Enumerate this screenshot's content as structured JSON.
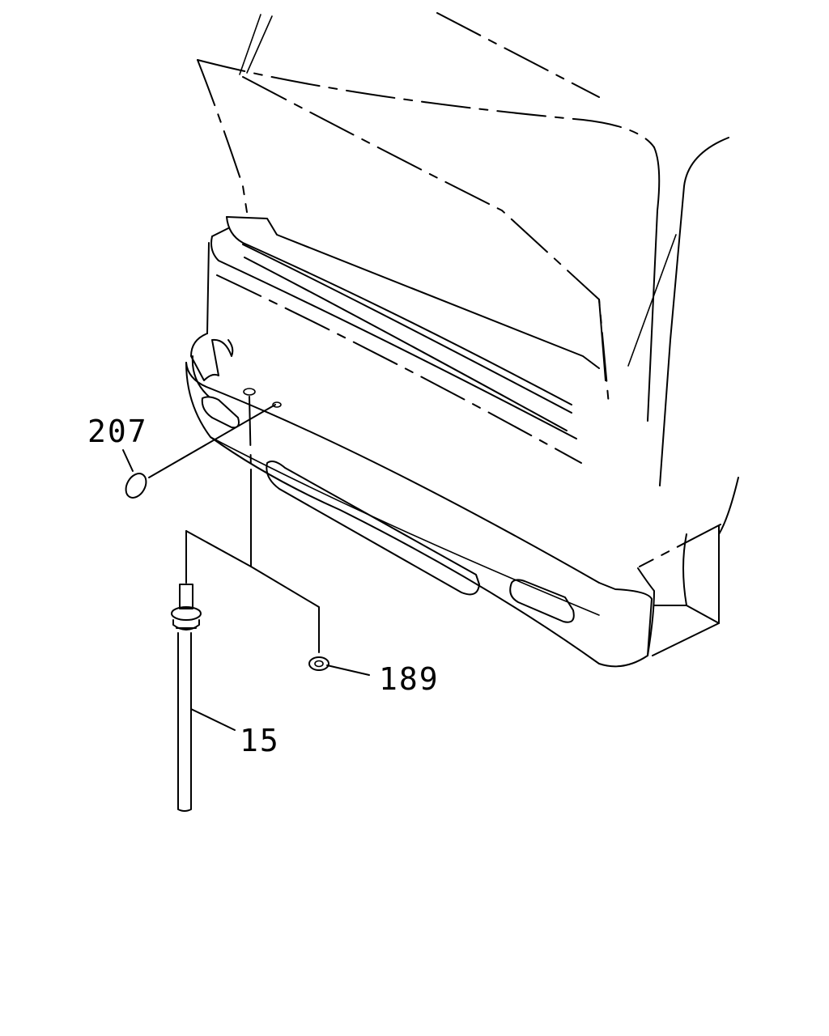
{
  "callouts": {
    "part_207": "207",
    "part_189": "189",
    "part_15": "15"
  },
  "colors": {
    "line": "#000000",
    "background": "#ffffff"
  }
}
